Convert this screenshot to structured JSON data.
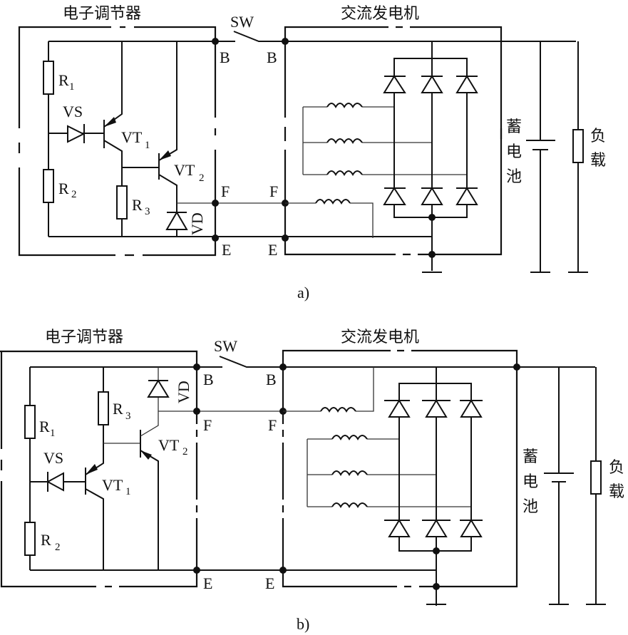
{
  "figure": {
    "diagrams": [
      {
        "id": "a",
        "caption": "a)",
        "regulator_title": "电子调节器",
        "alternator_title": "交流发电机",
        "switch_label": "SW",
        "terminals": {
          "B_left": "B",
          "B_right": "B",
          "F_left": "F",
          "F_right": "F",
          "E_left": "E",
          "E_right": "E"
        },
        "components": {
          "R1": {
            "name": "R",
            "sub": "1"
          },
          "R2": {
            "name": "R",
            "sub": "2"
          },
          "R3": {
            "name": "R",
            "sub": "3"
          },
          "VS": "VS",
          "VT1": {
            "name": "VT",
            "sub": "1"
          },
          "VT2": {
            "name": "VT",
            "sub": "2"
          },
          "VD": "VD"
        },
        "battery_label": [
          "蓄",
          "电",
          "池"
        ],
        "load_label": [
          "负",
          "载"
        ]
      },
      {
        "id": "b",
        "caption": "b)",
        "regulator_title": "电子调节器",
        "alternator_title": "交流发电机",
        "switch_label": "SW",
        "terminals": {
          "B_left": "B",
          "B_right": "B",
          "F_left": "F",
          "F_right": "F",
          "E_left": "E",
          "E_right": "E"
        },
        "components": {
          "R1": {
            "name": "R",
            "sub": "1"
          },
          "R2": {
            "name": "R",
            "sub": "2"
          },
          "R3": {
            "name": "R",
            "sub": "3"
          },
          "VS": "VS",
          "VT1": {
            "name": "VT",
            "sub": "1"
          },
          "VT2": {
            "name": "VT",
            "sub": "2"
          },
          "VD": "VD"
        },
        "battery_label": [
          "蓄",
          "电",
          "池"
        ],
        "load_label": [
          "负",
          "载"
        ]
      }
    ]
  }
}
